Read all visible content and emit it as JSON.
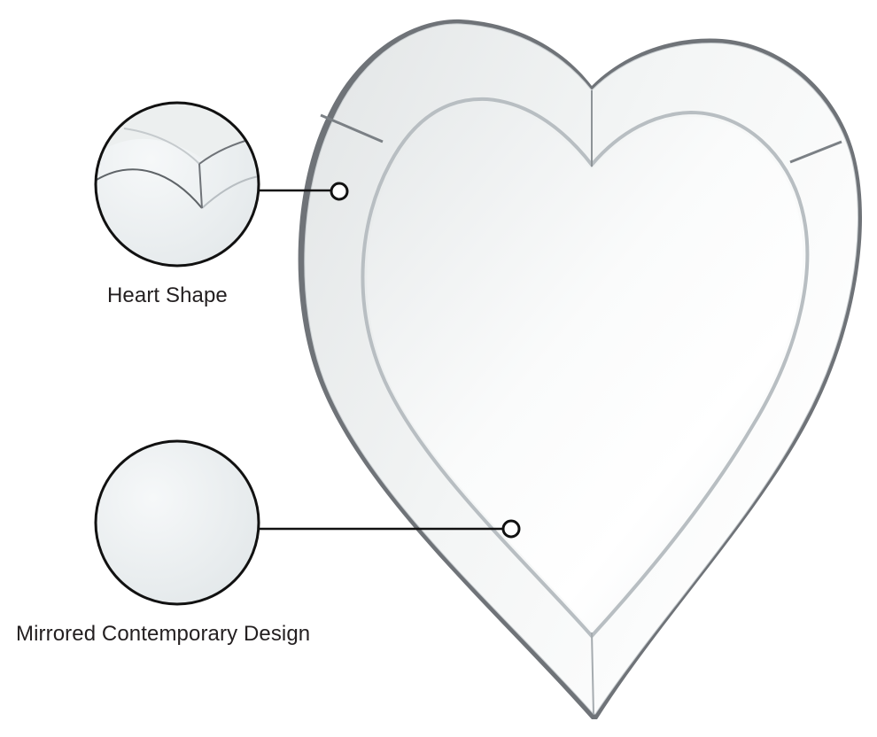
{
  "product": {
    "type": "heart-shaped wall mirror",
    "colors": {
      "background": "#ffffff",
      "mirror_light": "#f4f6f7",
      "mirror_shade": "#dfe3e5",
      "edge_dark": "#6f7378",
      "bevel": "#b8bec2",
      "callout_line": "#111111"
    }
  },
  "callouts": [
    {
      "label": "Heart Shape",
      "detail": "close-up of heart notch bevel"
    },
    {
      "label": "Mirrored Contemporary Design",
      "detail": "close-up of mirror surface"
    }
  ]
}
